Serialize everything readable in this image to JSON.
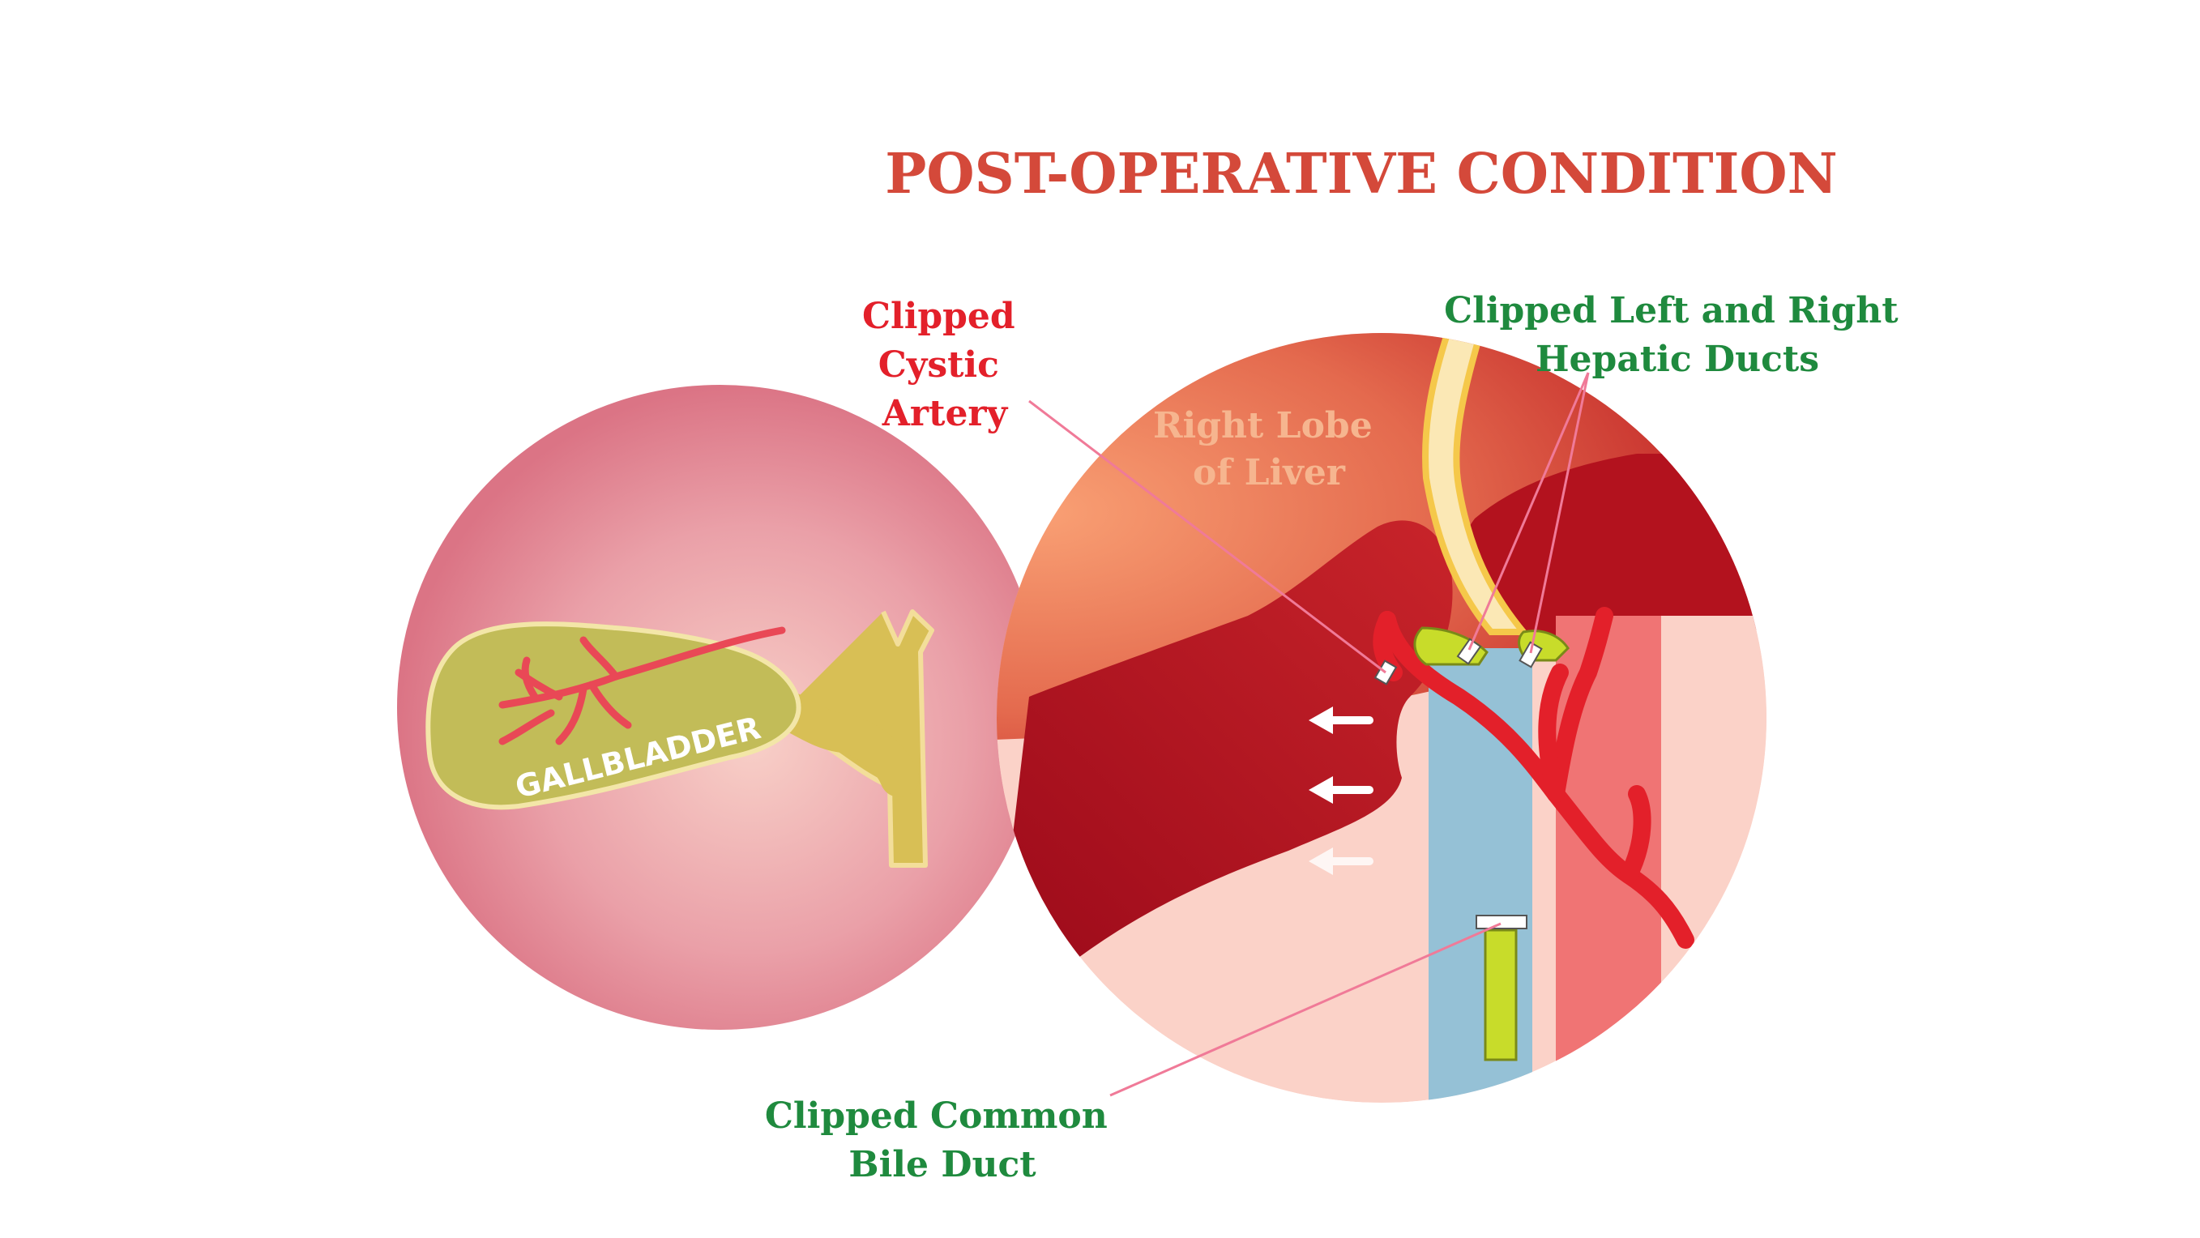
{
  "title": "POST-OPERATIVE CONDITION",
  "labels": {
    "cystic_artery": [
      "Clipped",
      "Cystic",
      "Artery"
    ],
    "hepatic_ducts": [
      "Clipped Left and Right",
      "Hepatic Ducts"
    ],
    "common_bile_duct": [
      "Clipped Common",
      "Bile Duct"
    ],
    "right_lobe": [
      "Right Lobe",
      "of Liver"
    ],
    "gallbladder": "GALLBLADDER"
  },
  "colors": {
    "title": "#d4493a",
    "red_label": "#e3202a",
    "green_label": "#1f8a3e",
    "liver_dark": "#a3101e",
    "bile_duct": "#95c1d6",
    "clip": "#c8dc2a"
  }
}
